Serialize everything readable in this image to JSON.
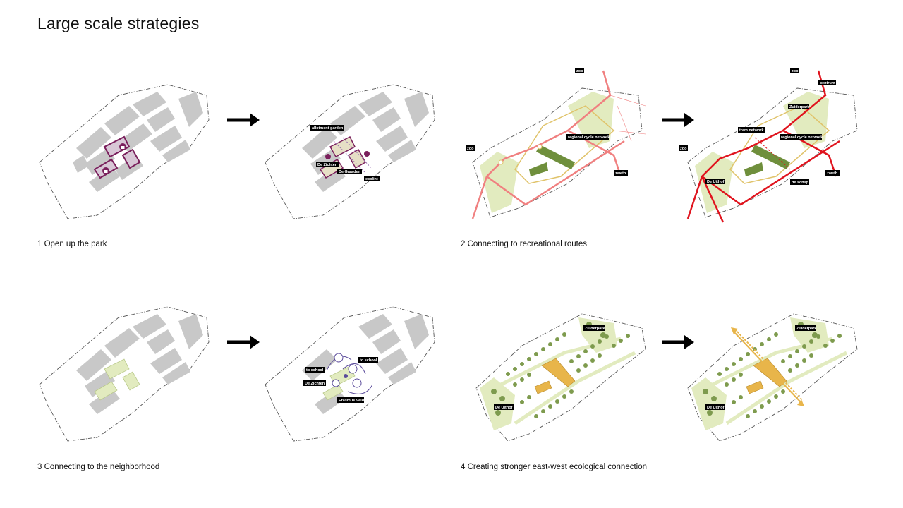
{
  "title": "Large scale strategies",
  "captions": {
    "s1": "1 Open up the park",
    "s2": "2 Connecting to recreational routes",
    "s3": "3 Connecting to the neighborhood",
    "s4": "4 Creating stronger east-west ecological connection"
  },
  "labels": {
    "allotment_garden": "allotment garden",
    "de_zichten_1": "De Zichten",
    "de_gaarden": "De Gaarden",
    "ecolint": "ecolint",
    "zoo": "zoo",
    "regional_cycle_network": "regional cycle network",
    "zweth": "zweth",
    "centrum": "centrum",
    "zuiderpark": "Zuiderpark",
    "tram_network": "tram network",
    "de_uithof": "De Uithof",
    "de_schilp": "de schilp",
    "to_school": "to school",
    "de_zichten_2": "De Zichten",
    "erasmus_veld": "Erasmus Veld"
  },
  "colors": {
    "blocks": "#c8c8c8",
    "purple": "#7a1f5c",
    "green_light": "#e2ebbf",
    "green_dark": "#6f8f3c",
    "yellow": "#e0c36a",
    "salmon": "#f08080",
    "red": "#e0141e",
    "orange": "#e8b54a"
  }
}
